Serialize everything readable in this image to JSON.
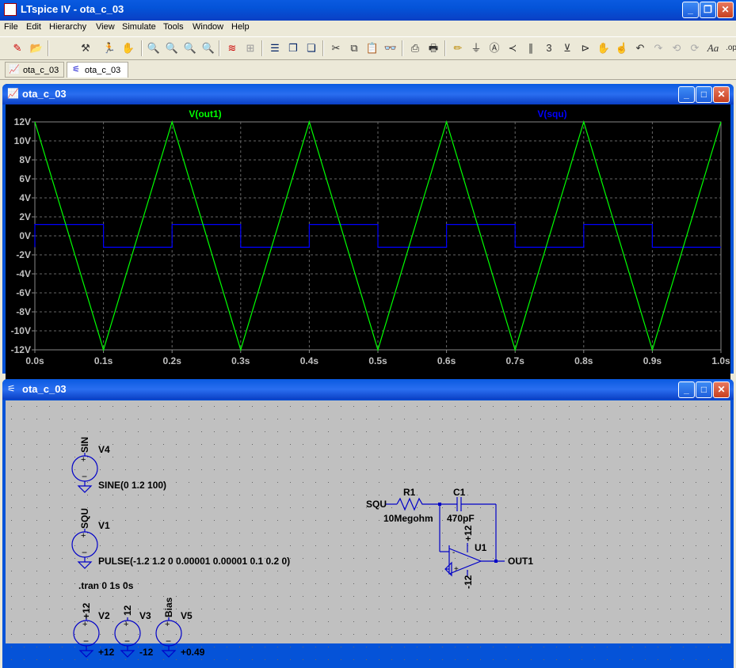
{
  "window": {
    "title": "LTspice IV - ota_c_03"
  },
  "menu": {
    "items": [
      "File",
      "Edit",
      "Hierarchy",
      "View",
      "Simulate",
      "Tools",
      "Window",
      "Help"
    ]
  },
  "tabs": [
    {
      "label": "ota_c_03",
      "kind": "waveform"
    },
    {
      "label": "ota_c_03",
      "kind": "schematic"
    }
  ],
  "waveform_window": {
    "title": "ota_c_03"
  },
  "schematic_window": {
    "title": "ota_c_03"
  },
  "chart_data": {
    "type": "line",
    "x_ticks": [
      "0.0s",
      "0.1s",
      "0.2s",
      "0.3s",
      "0.4s",
      "0.5s",
      "0.6s",
      "0.7s",
      "0.8s",
      "0.9s",
      "1.0s"
    ],
    "y_ticks": [
      "12V",
      "10V",
      "8V",
      "6V",
      "4V",
      "2V",
      "0V",
      "-2V",
      "-4V",
      "-6V",
      "-8V",
      "-10V",
      "-12V"
    ],
    "xlim": [
      0,
      1.0
    ],
    "ylim": [
      -12,
      12
    ],
    "grid": true,
    "series": [
      {
        "name": "V(out1)",
        "color": "#00ff00",
        "x": [
          0.0,
          0.1,
          0.2,
          0.3,
          0.4,
          0.5,
          0.6,
          0.7,
          0.8,
          0.9,
          1.0
        ],
        "y": [
          12,
          -12,
          12,
          -12,
          12,
          -12,
          12,
          -12,
          12,
          -12,
          12
        ]
      },
      {
        "name": "V(squ)",
        "color": "#0000ff",
        "x": [
          0.0,
          0.0,
          0.1,
          0.1,
          0.2,
          0.2,
          0.3,
          0.3,
          0.4,
          0.4,
          0.5,
          0.5,
          0.6,
          0.6,
          0.7,
          0.7,
          0.8,
          0.8,
          0.9,
          0.9,
          1.0
        ],
        "y": [
          -1.2,
          1.2,
          1.2,
          -1.2,
          -1.2,
          1.2,
          1.2,
          -1.2,
          -1.2,
          1.2,
          1.2,
          -1.2,
          -1.2,
          1.2,
          1.2,
          -1.2,
          -1.2,
          1.2,
          1.2,
          -1.2,
          -1.2
        ]
      }
    ]
  },
  "schematic": {
    "sources": [
      {
        "name": "V4",
        "net": "SIN",
        "value": "SINE(0 1.2 100)"
      },
      {
        "name": "V1",
        "net": "SQU",
        "value": "PULSE(-1.2 1.2 0 0.00001 0.00001 0.1 0.2 0)"
      },
      {
        "name": "V2",
        "net": "+12",
        "value": "+12"
      },
      {
        "name": "V3",
        "net": "12",
        "value": "-12"
      },
      {
        "name": "V5",
        "net": "Bias",
        "value": "+0.49"
      }
    ],
    "directive": ".tran 0 1s 0s",
    "r1": {
      "name": "R1",
      "value": "10Megohm",
      "in_label": "SQU"
    },
    "c1": {
      "name": "C1",
      "value": "470pF"
    },
    "u1": {
      "name": "U1",
      "vpos": "+12",
      "vneg": "-12",
      "out_label": "OUT1",
      "plus": "+",
      "minus": "-"
    }
  },
  "colors": {
    "title_blue": "#0553d8",
    "trace_green": "#00ff00",
    "trace_blue": "#0000ff",
    "schematic_blue": "#0000c8"
  }
}
